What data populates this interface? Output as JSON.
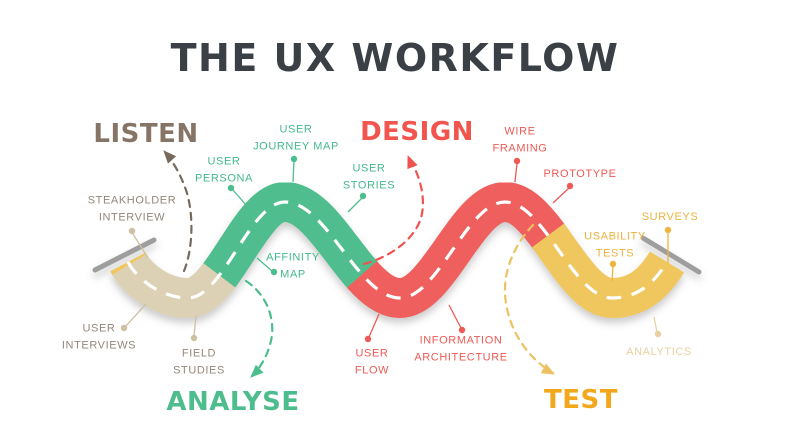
{
  "title": "THE UX WORKFLOW",
  "title_color": "#3a4045",
  "background": "#ffffff",
  "phase_titles": {
    "listen": "LISTEN",
    "analyse": "ANALYSE",
    "design": "DESIGN",
    "test": "TEST"
  },
  "phases": [
    {
      "name": "LISTEN",
      "label_color": "#867566",
      "road_color": "#ddd1b5",
      "steps": [
        "STEAKHOLDER INTERVIEW",
        "USER INTERVIEWS",
        "FIELD STUDIES"
      ]
    },
    {
      "name": "ANALYSE",
      "label_color": "#4ebd8d",
      "road_color": "#4fbd8d",
      "steps": [
        "USER PERSONA",
        "USER JOURNEY MAP",
        "AFFINITY MAP",
        "USER STORIES"
      ]
    },
    {
      "name": "DESIGN",
      "label_color": "#f2544e",
      "road_color": "#ee5f5d",
      "steps": [
        "USER FLOW",
        "INFORMATION ARCHITECTURE",
        "WIRE FRAMING",
        "PROTOTYPE"
      ]
    },
    {
      "name": "TEST",
      "label_color": "#f2a71d",
      "road_color": "#f0c75f",
      "steps": [
        "USABILITY TESTS",
        "SURVEYS",
        "ANALYTICS"
      ]
    }
  ],
  "labels": {
    "steakholder_interview": "STEAKHOLDER\nINTERVIEW",
    "user_interviews": "USER\nINTERVIEWS",
    "field_studies": "FIELD\nSTUDIES",
    "user_persona": "USER\nPERSONA",
    "user_journey_map": "USER\nJOURNEY MAP",
    "affinity_map": "AFFINITY\nMAP",
    "user_stories": "USER\nSTORIES",
    "user_flow": "USER\nFLOW",
    "information_architecture": "INFORMATION\nARCHITECTURE",
    "wire_framing": "WIRE\nFRAMING",
    "prototype": "PROTOTYPE",
    "usability_tests": "USABILITY\nTESTS",
    "surveys": "SURVEYS",
    "analytics": "ANALYTICS"
  },
  "colors": {
    "road_listen": "#ddd1b5",
    "road_analyse": "#4fbd8d",
    "road_design": "#ee5f5d",
    "road_test": "#f0c75f",
    "road_centerline": "#ffffff",
    "road_end_caps": "#9e9e9e",
    "leader_listen": "#cfc0a4",
    "leader_analyse": "#4cbd8c",
    "leader_design": "#ee5a55",
    "leader_test": "#eeb53e",
    "leader_analytics_faded": "#e7d1a0",
    "arrow_listen": "#77695c",
    "arrow_analyse": "#4cbd8c",
    "arrow_design": "#ef5350",
    "arrow_test": "#ecc161"
  }
}
